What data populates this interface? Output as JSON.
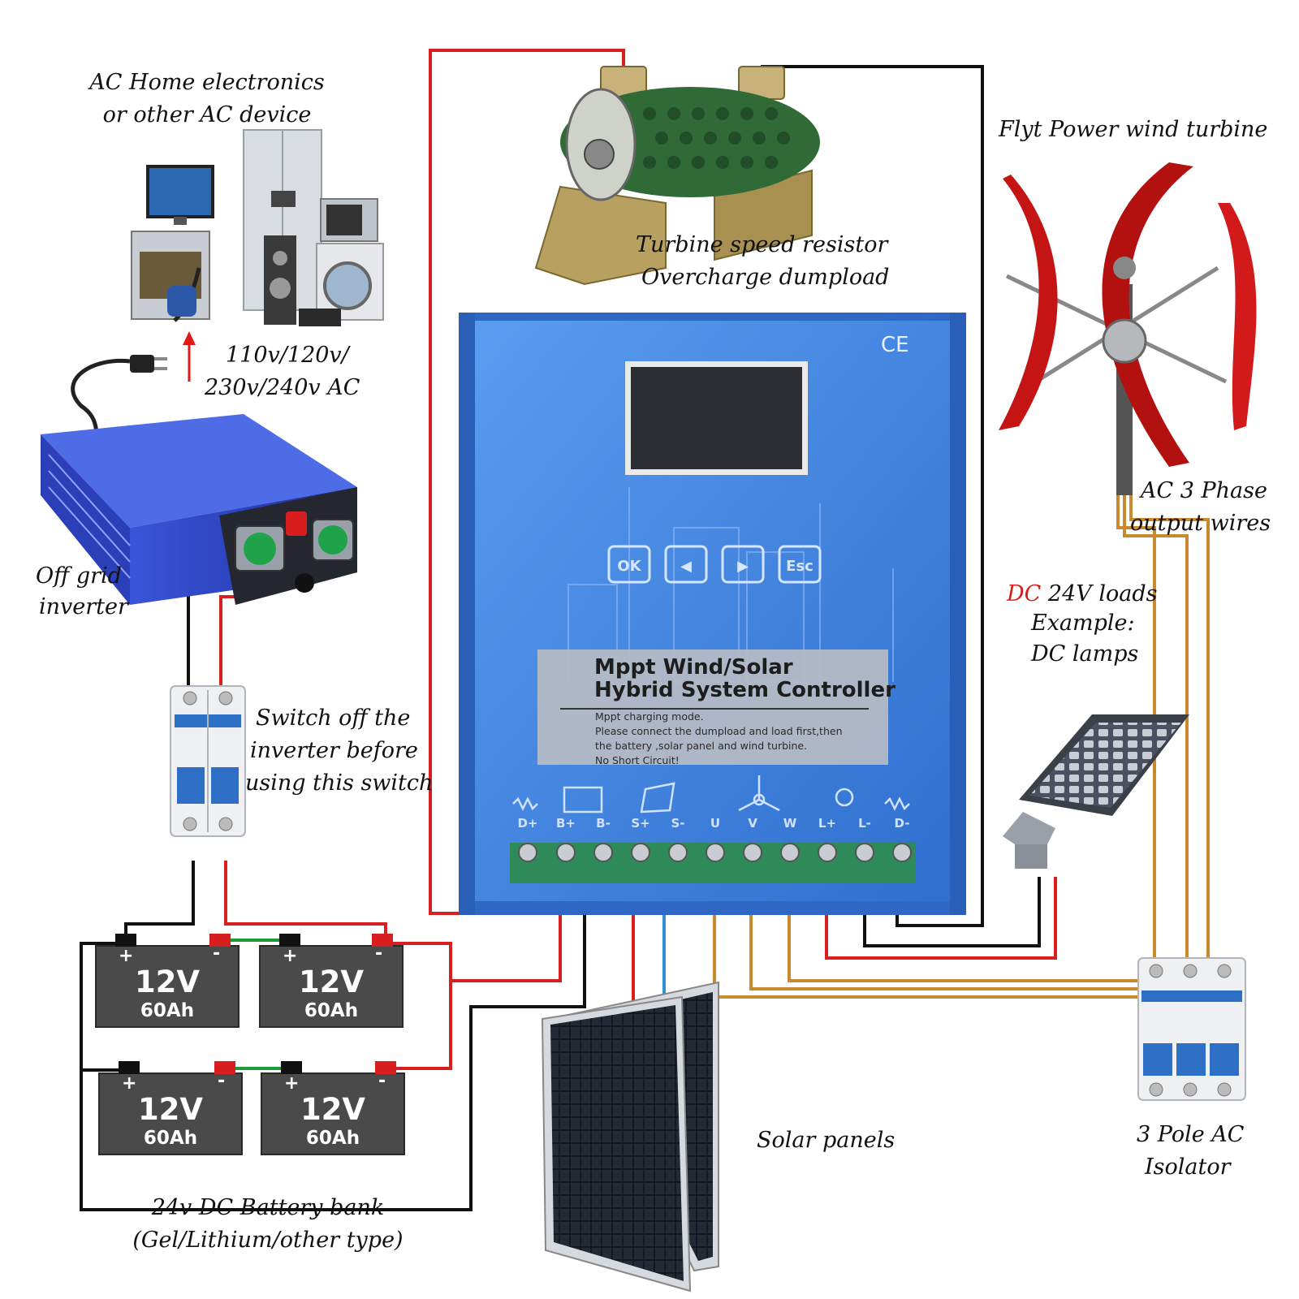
{
  "labels": {
    "ac_devices_1": "AC Home electronics",
    "ac_devices_2": "or other AC device",
    "ac_voltage_1": "110v/120v/",
    "ac_voltage_2": "230v/240v AC",
    "inverter_1": "Off grid",
    "inverter_2": "inverter",
    "switch_1": "Switch off the",
    "switch_2": "inverter before",
    "switch_3": "using this switch",
    "battery_bank_1": "24v DC Battery bank",
    "battery_bank_2": "(Gel/Lithium/other type)",
    "resistor_1": "Turbine speed resistor",
    "resistor_2": "Overcharge dumpload",
    "turbine": "Flyt Power wind turbine",
    "ac_wires_1": "AC 3 Phase",
    "ac_wires_2": "output wires",
    "dc_loads_dc": "DC",
    "dc_loads_rest": " 24V loads",
    "dc_loads_2": "Example:",
    "dc_loads_3": "DC lamps",
    "solar": "Solar panels",
    "isolator_1": "3 Pole AC",
    "isolator_2": "Isolator"
  },
  "controller": {
    "ce": "CE",
    "title_1": "Mppt Wind/Solar",
    "title_2": "Hybrid System Controller",
    "note_1": "Mppt charging mode.",
    "note_2": "Please connect the dumpload and load first,then",
    "note_3": "the battery ,solar panel and wind turbine.",
    "note_4": "No Short Circuit!",
    "buttons": {
      "ok": "OK",
      "left": "◀",
      "right": "▶",
      "esc": "Esc"
    },
    "terminals": [
      "D+",
      "B+",
      "B-",
      "S+",
      "S-",
      "U",
      "V",
      "W",
      "L+",
      "L-",
      "D-"
    ]
  },
  "batteries": [
    {
      "voltage": "12V",
      "capacity": "60Ah"
    },
    {
      "voltage": "12V",
      "capacity": "60Ah"
    },
    {
      "voltage": "12V",
      "capacity": "60Ah"
    },
    {
      "voltage": "12V",
      "capacity": "60Ah"
    }
  ],
  "battery_plus": "+",
  "battery_minus": "-",
  "colors": {
    "controller_blue": "#3f86e0",
    "wire_red": "#d81e1e",
    "wire_black": "#111111",
    "wire_blue": "#2e8fd6",
    "wire_orange": "#c98a2f",
    "wire_green": "#1f9a3a",
    "turbine_red": "#c41414",
    "battery_body": "#4a4a4a"
  }
}
